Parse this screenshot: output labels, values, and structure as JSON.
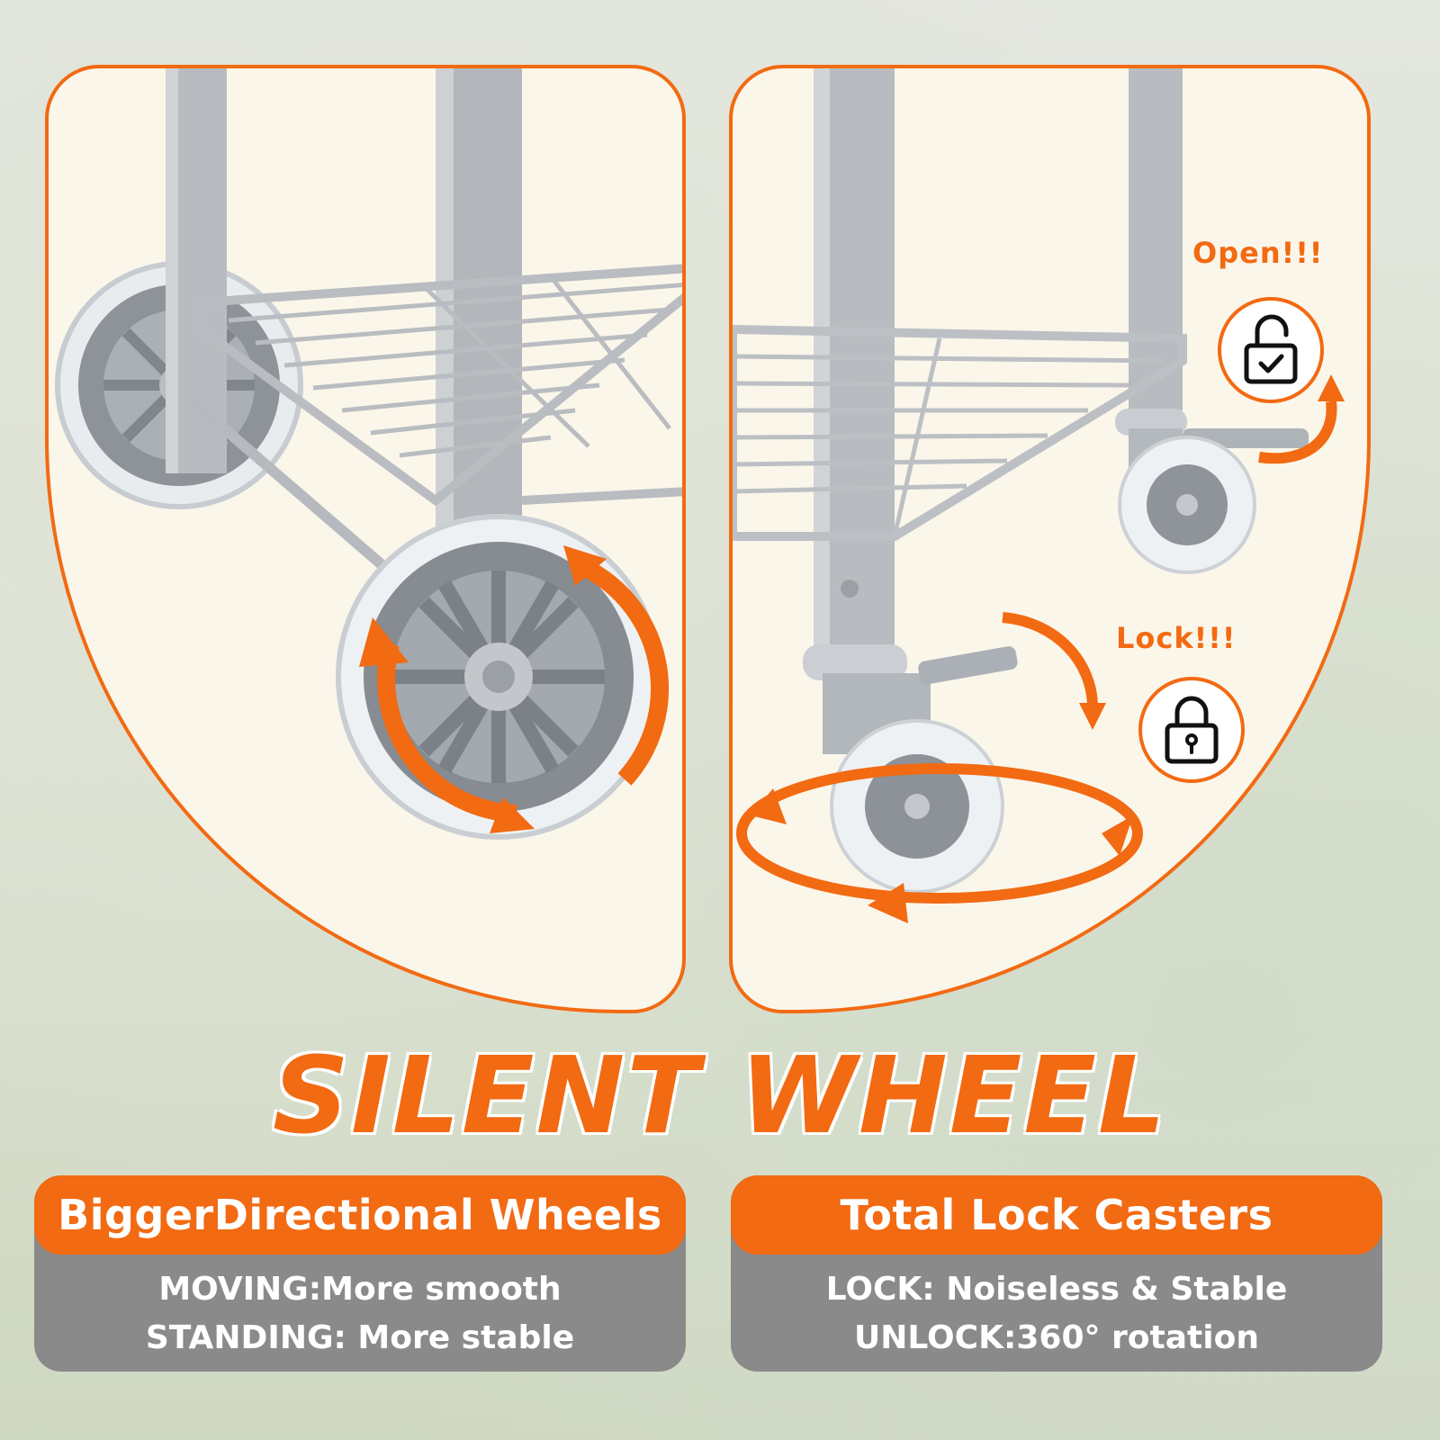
{
  "headline": "SILENT WHEEL",
  "left_card": {
    "title": "BiggerDirectional Wheels",
    "lines": [
      "MOVING:More smooth",
      "STANDING: More stable"
    ]
  },
  "right_card": {
    "title": "Total Lock Casters",
    "lines": [
      "LOCK: Noiseless & Stable",
      "UNLOCK:360°  rotation"
    ]
  },
  "callouts": {
    "open": "Open!!!",
    "lock": "Lock!!!"
  },
  "icons": {
    "open": "unlocked-padlock-check-icon",
    "lock": "locked-padlock-icon"
  },
  "colors": {
    "accent": "#f26a12",
    "card_body": "#8a8a8a",
    "panel_bg": "#fbf6ea"
  }
}
